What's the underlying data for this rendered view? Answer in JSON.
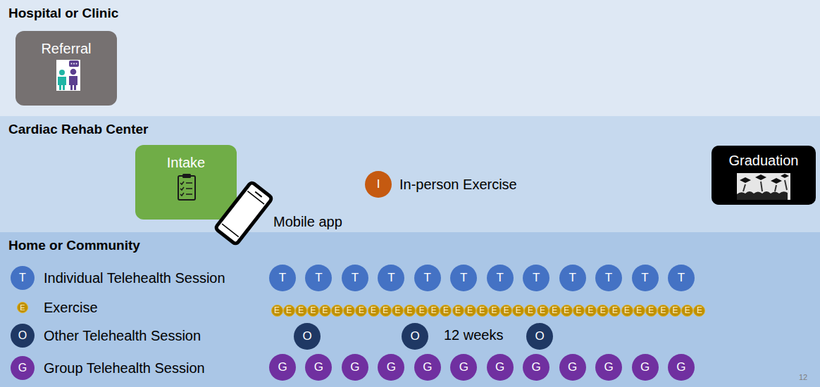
{
  "diagram": {
    "nodes": [
      {
        "text": [
          "Hospital or Clinic"
        ]
      },
      {
        "text": [
          "Referral"
        ],
        "in": 0
      },
      {
        "text": [
          "Cardiac Rehab Center"
        ]
      },
      {
        "text": [
          "Intake"
        ],
        "in": 2
      },
      {
        "text": [
          "I",
          "In-person Exercise"
        ],
        "in": 2
      },
      {
        "text": [
          "Graduation"
        ],
        "in": 2
      },
      {
        "text": [
          "Home or Community"
        ]
      },
      {
        "text": [
          "T",
          "Individual Telehealth Session"
        ],
        "in": 6
      },
      {
        "text": [
          "T"
        ],
        "in": 6
      },
      {
        "text": [
          "T"
        ],
        "in": 6
      },
      {
        "text": [
          "T"
        ],
        "in": 6
      },
      {
        "text": [
          "T"
        ],
        "in": 6
      },
      {
        "text": [
          "T"
        ],
        "in": 6
      },
      {
        "text": [
          "T"
        ],
        "in": 6
      },
      {
        "text": [
          "T"
        ],
        "in": 6
      },
      {
        "text": [
          "T"
        ],
        "in": 6
      },
      {
        "text": [
          "T"
        ],
        "in": 6
      },
      {
        "text": [
          "T"
        ],
        "in": 6
      },
      {
        "text": [
          "T"
        ],
        "in": 6
      },
      {
        "text": [
          "T"
        ],
        "in": 6
      },
      {
        "text": [
          "E",
          "Exercise"
        ],
        "in": 6
      },
      {
        "text": [
          "E"
        ],
        "in": 6
      },
      {
        "text": [
          "E"
        ],
        "in": 6
      },
      {
        "text": [
          "E"
        ],
        "in": 6
      },
      {
        "text": [
          "E"
        ],
        "in": 6
      },
      {
        "text": [
          "E"
        ],
        "in": 6
      },
      {
        "text": [
          "E"
        ],
        "in": 6
      },
      {
        "text": [
          "E"
        ],
        "in": 6
      },
      {
        "text": [
          "E"
        ],
        "in": 6
      },
      {
        "text": [
          "E"
        ],
        "in": 6
      },
      {
        "text": [
          "E"
        ],
        "in": 6
      },
      {
        "text": [
          "E"
        ],
        "in": 6
      },
      {
        "text": [
          "E"
        ],
        "in": 6
      },
      {
        "text": [
          "E"
        ],
        "in": 6
      },
      {
        "text": [
          "E"
        ],
        "in": 6
      },
      {
        "text": [
          "E"
        ],
        "in": 6
      },
      {
        "text": [
          "E"
        ],
        "in": 6
      },
      {
        "text": [
          "E"
        ],
        "in": 6
      },
      {
        "text": [
          "E"
        ],
        "in": 6
      },
      {
        "text": [
          "E"
        ],
        "in": 6
      },
      {
        "text": [
          "E"
        ],
        "in": 6
      },
      {
        "text": [
          "E"
        ],
        "in": 6
      },
      {
        "text": [
          "E"
        ],
        "in": 6
      },
      {
        "text": [
          "E"
        ],
        "in": 6
      },
      {
        "text": [
          "E"
        ],
        "in": 6
      },
      {
        "text": [
          "E"
        ],
        "in": 6
      },
      {
        "text": [
          "E"
        ],
        "in": 6
      },
      {
        "text": [
          "E"
        ],
        "in": 6
      },
      {
        "text": [
          "E"
        ],
        "in": 6
      },
      {
        "text": [
          "E"
        ],
        "in": 6
      },
      {
        "text": [
          "E"
        ],
        "in": 6
      },
      {
        "text": [
          "E"
        ],
        "in": 6
      },
      {
        "text": [
          "E"
        ],
        "in": 6
      },
      {
        "text": [
          "E"
        ],
        "in": 6
      },
      {
        "text": [
          "E"
        ],
        "in": 6
      },
      {
        "text": [
          "E"
        ],
        "in": 6
      },
      {
        "text": [
          "E"
        ],
        "in": 6
      },
      {
        "text": [
          "O",
          "Other Telehealth Session"
        ],
        "in": 6
      },
      {
        "text": [
          "O"
        ],
        "in": 6
      },
      {
        "text": [
          "O"
        ],
        "in": 6
      },
      {
        "text": [
          "O"
        ],
        "in": 6
      },
      {
        "text": [
          "G",
          "Group Telehealth Session"
        ],
        "in": 6
      },
      {
        "text": [
          "G"
        ],
        "in": 6
      },
      {
        "text": [
          "G"
        ],
        "in": 6
      },
      {
        "text": [
          "G"
        ],
        "in": 6
      },
      {
        "text": [
          "G"
        ],
        "in": 6
      },
      {
        "text": [
          "G"
        ],
        "in": 6
      },
      {
        "text": [
          "G"
        ],
        "in": 6
      },
      {
        "text": [
          "G"
        ],
        "in": 6
      },
      {
        "text": [
          "G"
        ],
        "in": 6
      },
      {
        "text": [
          "G"
        ],
        "in": 6
      },
      {
        "text": [
          "G"
        ],
        "in": 6
      },
      {
        "text": [
          "G"
        ],
        "in": 6
      },
      {
        "text": [
          "G"
        ],
        "in": 6
      }
    ],
    "labels": [
      "Mobile app",
      "12 weeks",
      "12"
    ]
  }
}
